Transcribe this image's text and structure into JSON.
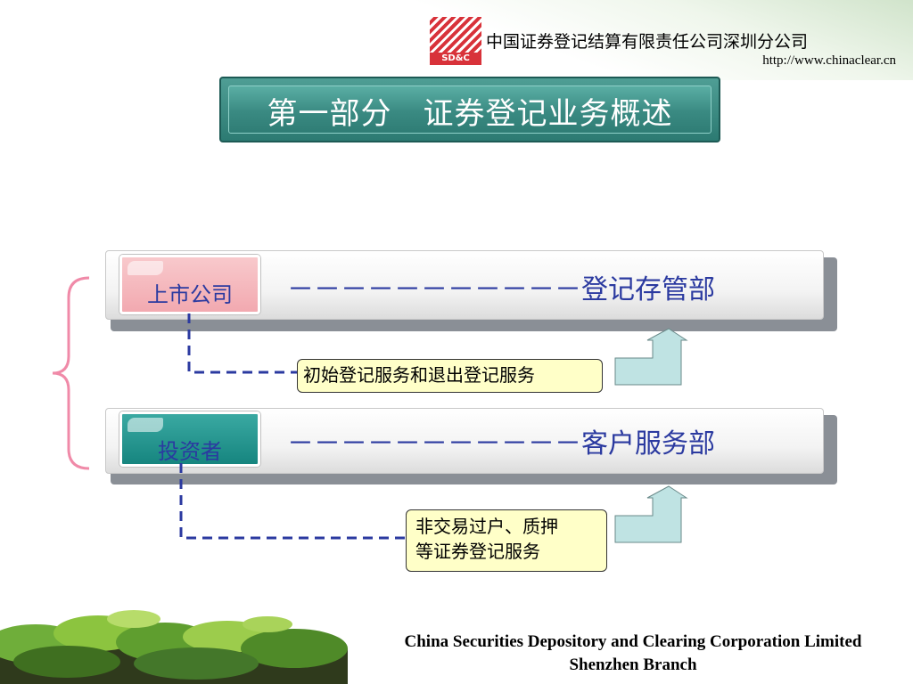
{
  "header": {
    "logo_text": "SD&C",
    "company_cn": "中国证券登记结算有限责任公司深圳分公司",
    "url": "http://www.chinaclear.cn"
  },
  "title": "第一部分　证券登记业务概述",
  "rows": [
    {
      "tag": "上市公司",
      "label": "－－－－－－－－－－－登记存管部",
      "note": "初始登记服务和退出登记服务"
    },
    {
      "tag": "投资者",
      "label": "－－－－－－－－－－－客户服务部",
      "note_line1": "非交易过户、质押",
      "note_line2": "等证券登记服务"
    }
  ],
  "footer": {
    "line1": "China Securities Depository and Clearing Corporation Limited",
    "line2": "Shenzhen Branch"
  },
  "colors": {
    "accent_teal": "#2c7a72",
    "label_blue": "#2b3aa0",
    "note_yellow": "#ffffc8",
    "arrow_fill": "#bfe3e3",
    "brace_pink": "#f08aa8"
  }
}
